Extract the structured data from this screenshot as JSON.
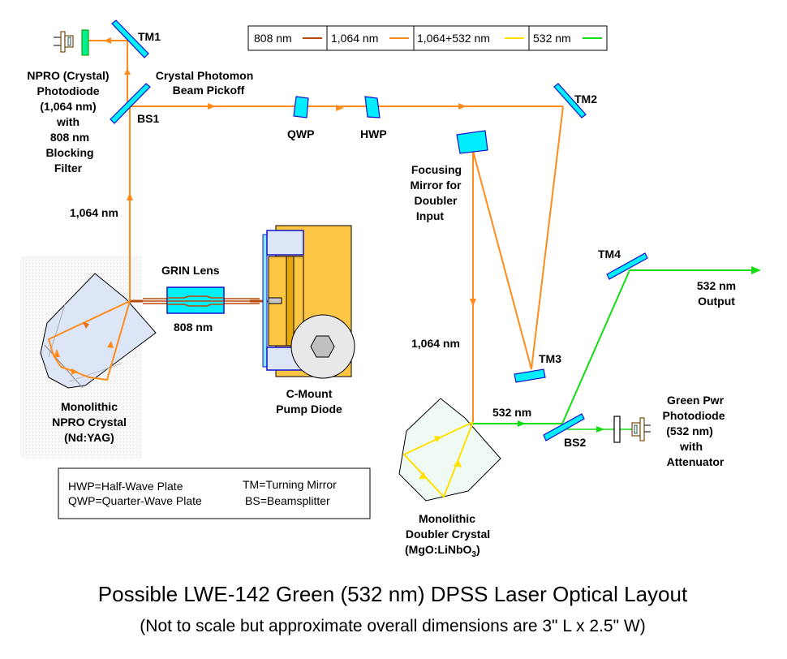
{
  "legend": {
    "items": [
      {
        "label": "808 nm",
        "color": "#b84a0a"
      },
      {
        "label": "1,064 nm",
        "color": "#ff8c1a"
      },
      {
        "label": "1,064+532 nm",
        "color": "#ffe000"
      },
      {
        "label": "532 nm",
        "color": "#11dd11"
      }
    ]
  },
  "components": {
    "tm1": "TM1",
    "tm2": "TM2",
    "tm3": "TM3",
    "tm4": "TM4",
    "bs1": "BS1",
    "bs2": "BS2",
    "qwp": "QWP",
    "hwp": "HWP",
    "grin_lens": "GRIN Lens",
    "grin_wavelength": "808 nm",
    "pickoff": [
      "Crystal Photomon",
      "Beam Pickoff"
    ],
    "npro_photodiode": [
      "NPRO (Crystal)",
      "Photodiode",
      "(1,064 nm)",
      "with",
      "808 nm",
      "Blocking",
      "Filter"
    ],
    "focusing_mirror": [
      "Focusing",
      "Mirror for",
      "Doubler",
      "Input"
    ],
    "npro_crystal": [
      "Monolithic",
      "NPRO Crystal",
      "(Nd:YAG)"
    ],
    "pump_diode": [
      "C-Mount",
      "Pump Diode"
    ],
    "doubler_crystal": [
      "Monolithic",
      "Doubler Crystal",
      "(MgO:LiNbO",
      "3",
      ")"
    ],
    "green_photodiode": [
      "Green Pwr",
      "Photodiode",
      "(532 nm)",
      "with",
      "Attenuator"
    ],
    "output": [
      "532 nm",
      "Output"
    ],
    "beam_label_1064_left": "1,064 nm",
    "beam_label_1064_right": "1,064 nm",
    "beam_label_532": "532 nm"
  },
  "abbreviations": [
    {
      "abbr": "HWP",
      "meaning": "Half-Wave Plate"
    },
    {
      "abbr": "QWP",
      "meaning": "Quarter-Wave Plate"
    },
    {
      "abbr": "TM",
      "meaning": "Turning Mirror"
    },
    {
      "abbr": "BS",
      "meaning": "Beamsplitter"
    }
  ],
  "title": "Possible LWE-142 Green (532 nm) DPSS Laser Optical Layout",
  "subtitle": "(Not to scale but approximate overall dimensions are 3\" L x 2.5\" W)"
}
